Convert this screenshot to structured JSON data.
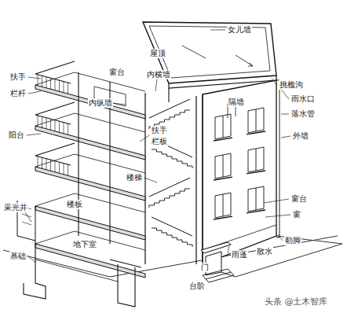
{
  "diagram": {
    "labels": [
      "女儿墙",
      "屋顶",
      "挑檐沟",
      "雨水口",
      "落水管",
      "外墙",
      "扶手",
      "栏杆",
      "窗台",
      "内横墙",
      "隔墙",
      "内纵墙",
      "扶手",
      "栏板",
      "阳台",
      "楼梯",
      "窗台",
      "窗",
      "勒脚",
      "散水",
      "采光井",
      "楼板",
      "基础",
      "地下室",
      "雨蓬",
      "门",
      "台阶",
      "头条 @土木智库"
    ]
  }
}
